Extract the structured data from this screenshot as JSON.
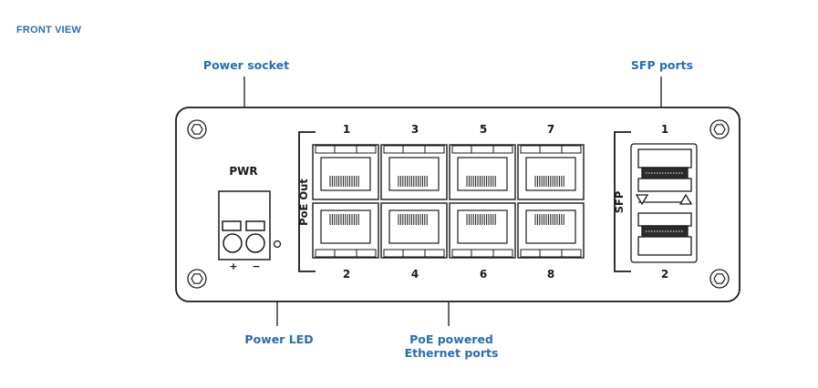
{
  "section_title": "FRONT VIEW",
  "callouts": {
    "power_socket": "Power socket",
    "sfp_ports": "SFP ports",
    "power_led": "Power LED",
    "poe_line1": "PoE powered",
    "poe_line2": "Ethernet ports"
  },
  "device": {
    "pwr_label": "PWR",
    "plus": "+",
    "minus": "−",
    "poe_out": "PoE Out",
    "sfp": "SFP",
    "top_ports": [
      "1",
      "3",
      "5",
      "7"
    ],
    "bottom_ports": [
      "2",
      "4",
      "6",
      "8"
    ],
    "sfp_top": "1",
    "sfp_bottom": "2"
  },
  "colors": {
    "accent": "#2a6db0",
    "line": "#1a1a1a"
  }
}
